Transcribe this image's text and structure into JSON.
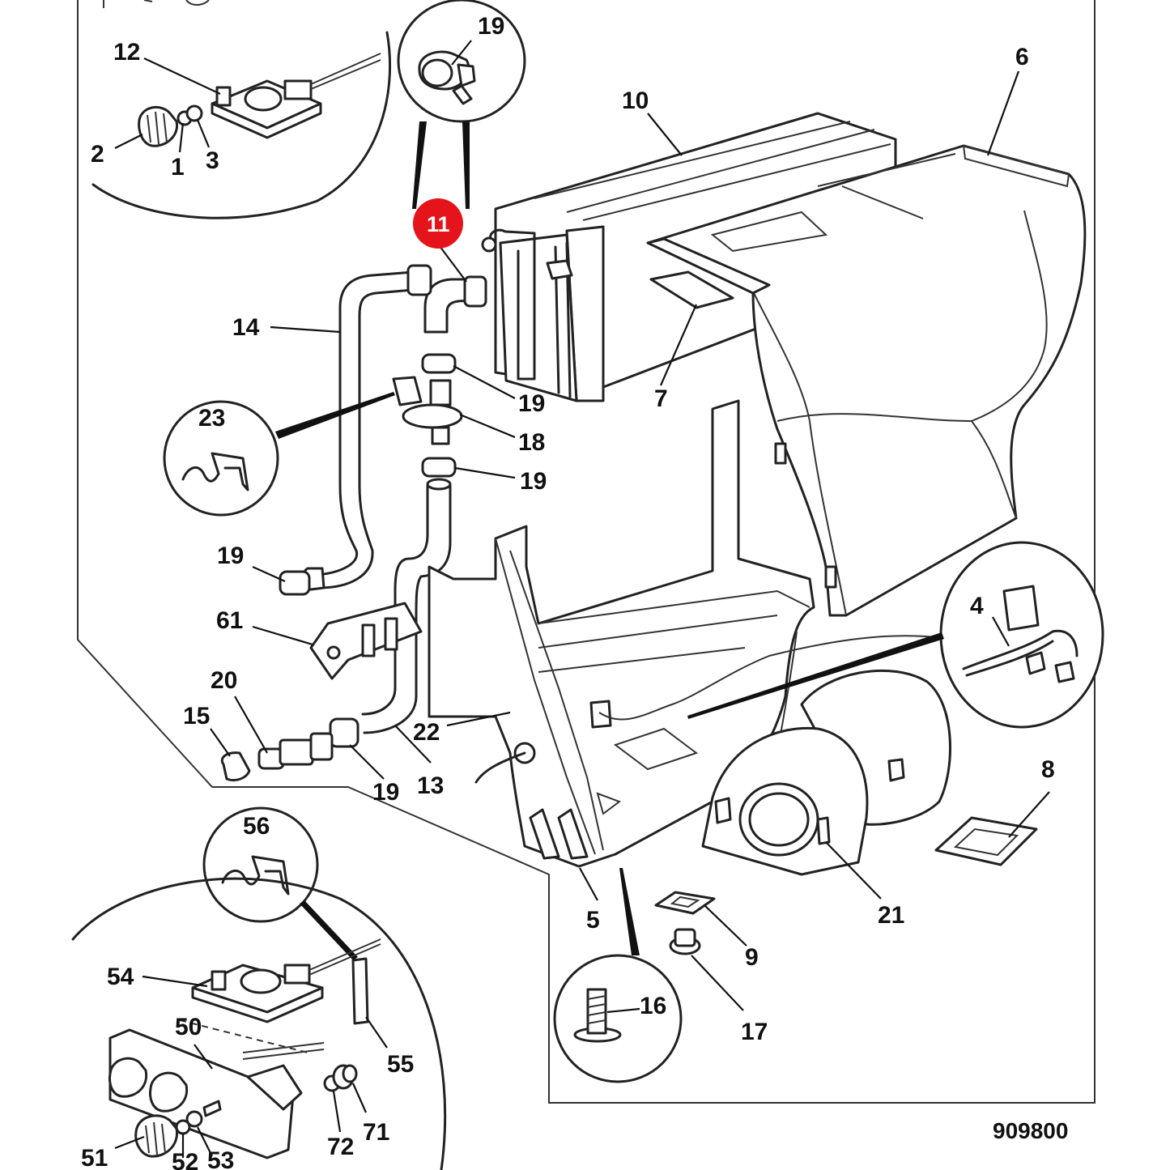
{
  "reference_number": "909800",
  "highlight_color": "#e5141b",
  "callouts": [
    {
      "id": "c2",
      "label": "2"
    },
    {
      "id": "c1",
      "label": "1"
    },
    {
      "id": "c3",
      "label": "3"
    },
    {
      "id": "c12",
      "label": "12"
    },
    {
      "id": "c19a",
      "label": "19"
    },
    {
      "id": "c11",
      "label": "11",
      "highlighted": true
    },
    {
      "id": "c10",
      "label": "10"
    },
    {
      "id": "c6",
      "label": "6"
    },
    {
      "id": "c14",
      "label": "14"
    },
    {
      "id": "c19b",
      "label": "19"
    },
    {
      "id": "c18",
      "label": "18"
    },
    {
      "id": "c7",
      "label": "7"
    },
    {
      "id": "c23",
      "label": "23"
    },
    {
      "id": "c19c",
      "label": "19"
    },
    {
      "id": "c19d",
      "label": "19"
    },
    {
      "id": "c61",
      "label": "61"
    },
    {
      "id": "c4",
      "label": "4"
    },
    {
      "id": "c20",
      "label": "20"
    },
    {
      "id": "c15",
      "label": "15"
    },
    {
      "id": "c22",
      "label": "22"
    },
    {
      "id": "c19e",
      "label": "19"
    },
    {
      "id": "c13",
      "label": "13"
    },
    {
      "id": "c8",
      "label": "8"
    },
    {
      "id": "c56",
      "label": "56"
    },
    {
      "id": "c5",
      "label": "5"
    },
    {
      "id": "c21",
      "label": "21"
    },
    {
      "id": "c9",
      "label": "9"
    },
    {
      "id": "c16",
      "label": "16"
    },
    {
      "id": "c17",
      "label": "17"
    },
    {
      "id": "c54",
      "label": "54"
    },
    {
      "id": "c50",
      "label": "50"
    },
    {
      "id": "c55",
      "label": "55"
    },
    {
      "id": "c72",
      "label": "72"
    },
    {
      "id": "c71",
      "label": "71"
    },
    {
      "id": "c51",
      "label": "51"
    },
    {
      "id": "c52",
      "label": "52"
    },
    {
      "id": "c53",
      "label": "53"
    }
  ]
}
